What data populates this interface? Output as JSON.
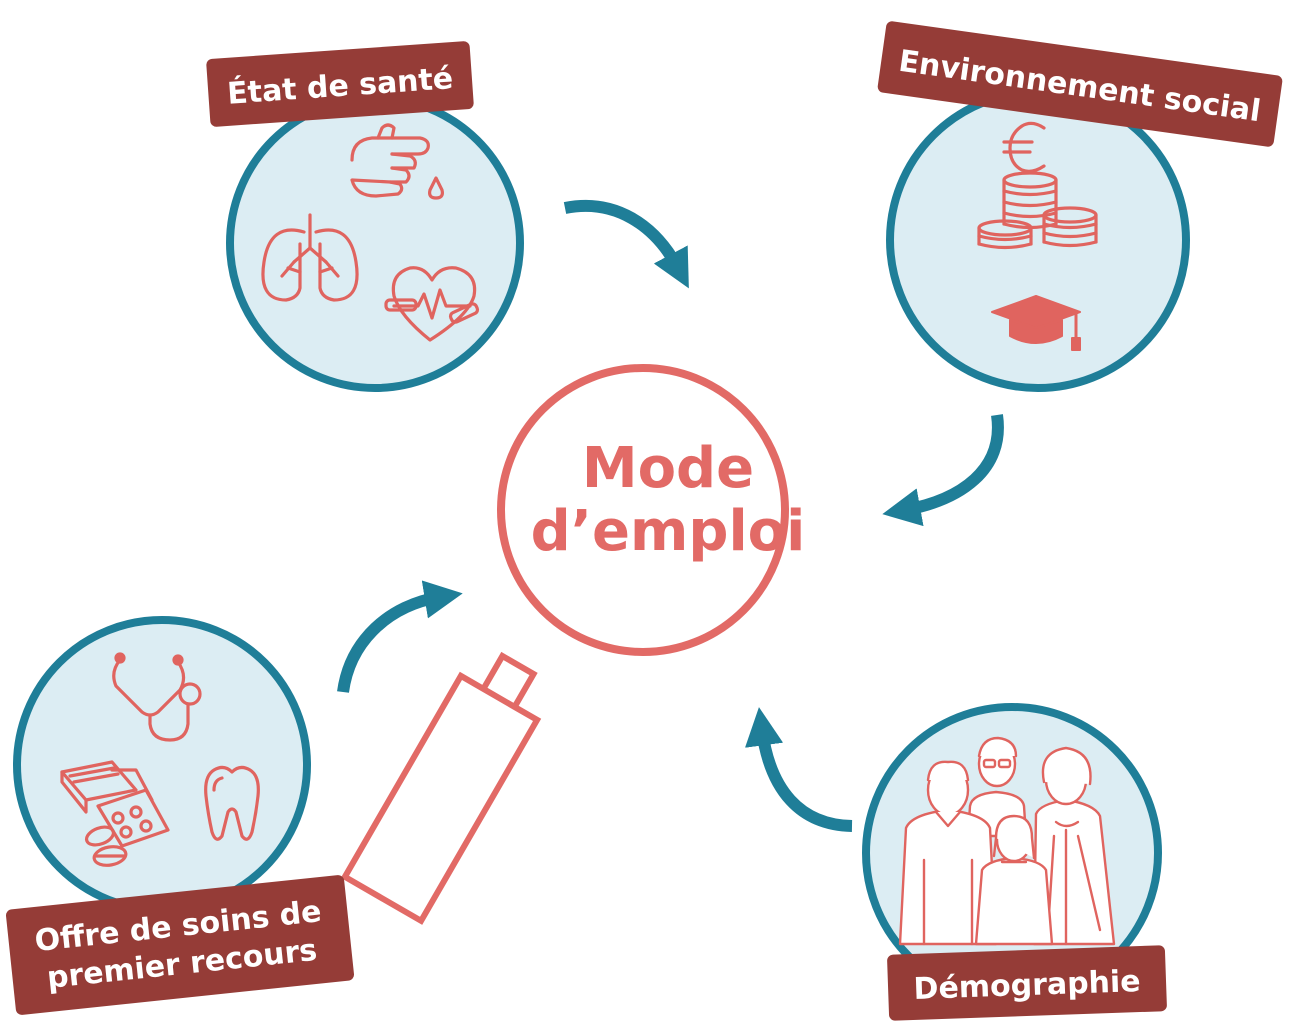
{
  "center": {
    "line1": "Mode",
    "line2": "d’emploi"
  },
  "nodes": [
    {
      "id": "etat-de-sante",
      "label": "État de santé",
      "icons": [
        "pointing-hand-blood-drop-icon",
        "lungs-icon",
        "heart-pulse-bandage-icon"
      ]
    },
    {
      "id": "environnement-social",
      "label": "Environnement social",
      "icons": [
        "euro-coins-icon",
        "graduation-cap-icon"
      ]
    },
    {
      "id": "offre-de-soins",
      "label_line1": "Offre de soins de",
      "label_line2": "premier recours",
      "icons": [
        "stethoscope-icon",
        "pill-box-icon",
        "tooth-icon"
      ]
    },
    {
      "id": "demographie",
      "label": "Démographie",
      "icons": [
        "family-group-icon"
      ]
    }
  ],
  "colors": {
    "circle_fill": "#dcedf3",
    "circle_stroke": "#1f7e98",
    "arrow": "#1f7e98",
    "icon": "#e0645f",
    "label_bg": "#953c37",
    "label_text": "#ffffff",
    "magnifier": "#e26a66"
  }
}
